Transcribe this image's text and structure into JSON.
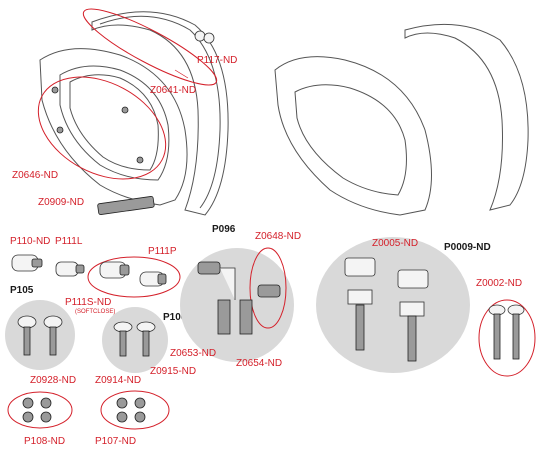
{
  "labels": {
    "p117": "P117-ND",
    "z0641": "Z0641-ND",
    "z0646": "Z0646-ND",
    "z0909": "Z0909-ND",
    "p110": "P110-ND",
    "p111l": "P111L",
    "p111p": "P111P",
    "p111s": "P111S-ND",
    "softclose": "(SOFTCLOSE)",
    "p105": "P105",
    "z0928": "Z0928-ND",
    "p108": "P108-ND",
    "p106": "P106",
    "z0914": "Z0914-ND",
    "z0915": "Z0915-ND",
    "p107": "P107-ND",
    "p096": "P096",
    "z0648": "Z0648-ND",
    "z0653": "Z0653-ND",
    "z0654": "Z0654-ND",
    "z0005": "Z0005-ND",
    "p0009": "P0009-ND",
    "z0002": "Z0002-ND"
  },
  "colors": {
    "label_red": "#d4202a",
    "label_black": "#1a1a1a",
    "group_fill": "#d9d9d9"
  }
}
